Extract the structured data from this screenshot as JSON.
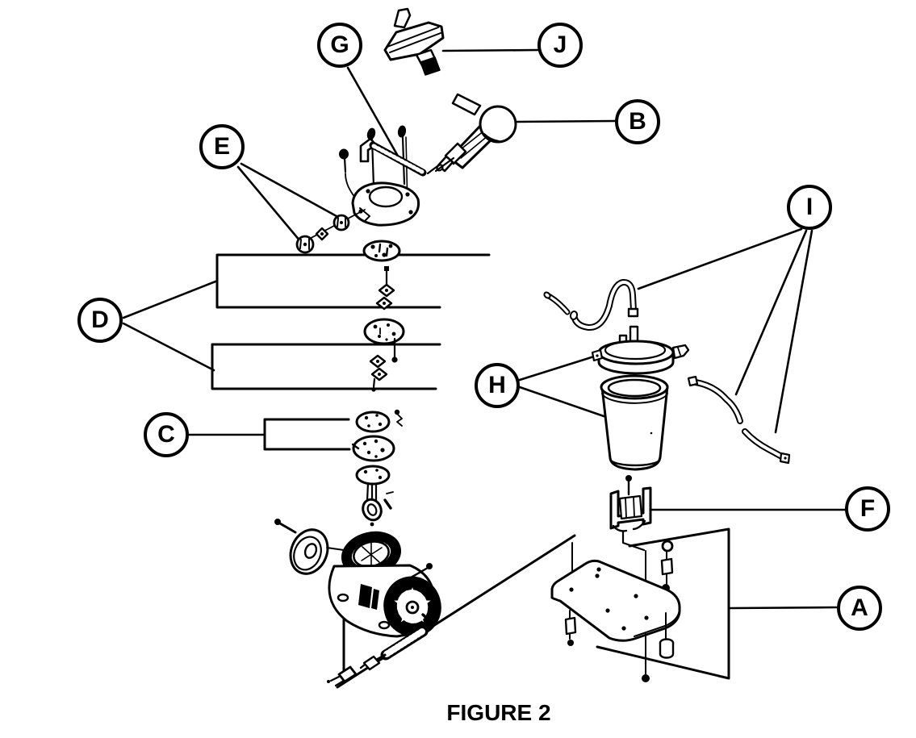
{
  "figure": {
    "caption": "FIGURE 2"
  },
  "colors": {
    "ink": "#000000",
    "paper": "#ffffff"
  },
  "callouts": [
    {
      "letter": "A"
    },
    {
      "letter": "B"
    },
    {
      "letter": "C"
    },
    {
      "letter": "D"
    },
    {
      "letter": "E"
    },
    {
      "letter": "F"
    },
    {
      "letter": "G"
    },
    {
      "letter": "H"
    },
    {
      "letter": "I"
    },
    {
      "letter": "J"
    }
  ]
}
